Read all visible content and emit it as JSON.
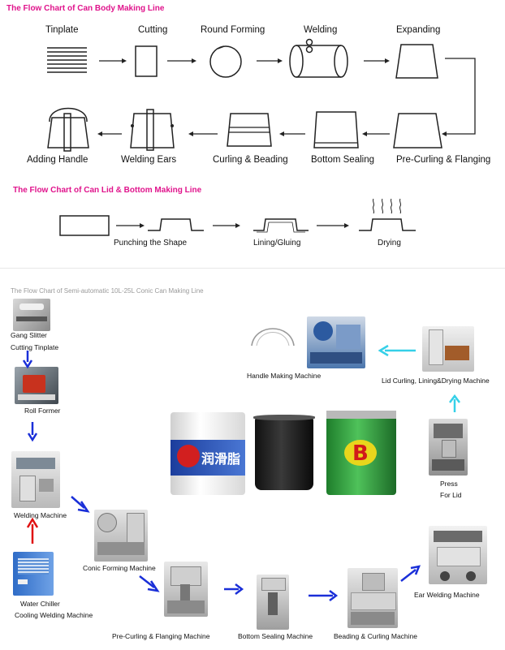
{
  "section1": {
    "title": "The Flow Chart of Can Body Making Line",
    "row1": [
      "Tinplate",
      "Cutting",
      "Round Forming",
      "Welding",
      "Expanding"
    ],
    "row2": [
      "Adding Handle",
      "Welding Ears",
      "Curling & Beading",
      "Bottom Sealing",
      "Pre-Curling & Flanging"
    ]
  },
  "section2": {
    "title": "The Flow Chart of Can Lid & Bottom Making Line",
    "steps": [
      "Punching the Shape",
      "Lining/Gluing",
      "Drying"
    ]
  },
  "section3": {
    "title": "The Flow Chart of Semi-automatic 10L-25L Conic Can  Making Line",
    "gang_slitter": "Gang Slitter",
    "cutting_tinplate": "Cutting Tinplate",
    "roll_former": "Roll Former",
    "welding_machine": "Welding Machine",
    "water_chiller": "Water Chiller",
    "cooling_welding": "Cooling Welding Machine",
    "conic_forming": "Conic Forming Machine",
    "pre_curling": "Pre-Curling & Flanging Machine",
    "bottom_sealing": "Bottom Sealing Machine",
    "beading_curling": "Beading & Curling Machine",
    "ear_welding": "Ear Welding Machine",
    "handle_making": "Handle Making Machine",
    "lid_curling": "Lid Curling, Lining&Drying Machine",
    "press": "Press",
    "for_lid": "For Lid",
    "can_white_text": "润滑脂",
    "can_green_letter": "B"
  },
  "colors": {
    "title_pink": "#e0148c",
    "arrow_blue": "#1a2fd8",
    "arrow_red": "#e01010",
    "arrow_cyan": "#35d0e8"
  }
}
